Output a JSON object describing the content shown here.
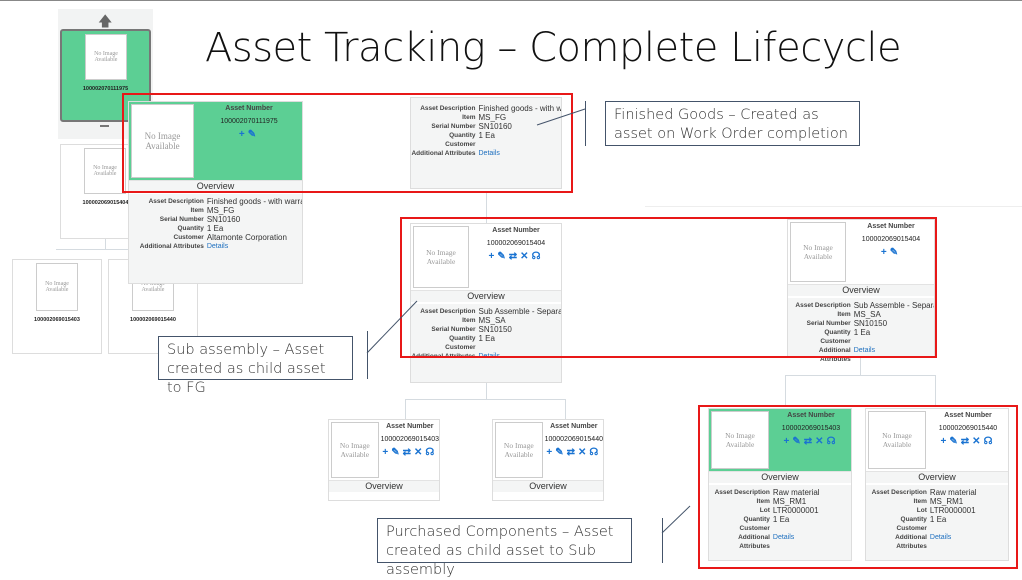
{
  "title": "Asset Tracking – Complete Lifecycle",
  "labels": {
    "asset_number": "Asset Number",
    "overview": "Overview",
    "no_image": "No Image Available"
  },
  "tree": {
    "top_node": "100002070111975",
    "second_node": "100002069015404",
    "children": [
      "100002069015403",
      "100002069015440"
    ]
  },
  "cards": {
    "fg_popup": {
      "number": "100002070111975",
      "icons": [
        "plus",
        "pencil"
      ],
      "fields": [
        [
          "Asset Description",
          "Finished goods - with warra"
        ],
        [
          "Item",
          "MS_FG"
        ],
        [
          "Serial Number",
          "SN10160"
        ],
        [
          "Quantity",
          "1 Ea"
        ],
        [
          "Customer",
          "Altamonte Corporation"
        ],
        [
          "Additional Attributes",
          "Details"
        ]
      ]
    },
    "fg_main": {
      "fields": [
        [
          "Asset Description",
          "Finished goods - with warra"
        ],
        [
          "Item",
          "MS_FG"
        ],
        [
          "Serial Number",
          "SN10160"
        ],
        [
          "Quantity",
          "1 Ea"
        ],
        [
          "Customer",
          ""
        ],
        [
          "Additional Attributes",
          "Details"
        ]
      ]
    },
    "sa_left": {
      "number": "100002069015404",
      "icons": [
        "plus",
        "pencil",
        "swap",
        "close",
        "headset"
      ],
      "fields": [
        [
          "Asset Description",
          "Sub Assemble - Separate w"
        ],
        [
          "Item",
          "MS_SA"
        ],
        [
          "Serial Number",
          "SN10150"
        ],
        [
          "Quantity",
          "1 Ea"
        ],
        [
          "Customer",
          ""
        ],
        [
          "Additional Attributes",
          "Details"
        ]
      ]
    },
    "sa_right": {
      "number": "100002069015404",
      "icons": [
        "plus",
        "pencil"
      ],
      "fields": [
        [
          "Asset Description",
          "Sub Assemble - Separate w"
        ],
        [
          "Item",
          "MS_SA"
        ],
        [
          "Serial Number",
          "SN10150"
        ],
        [
          "Quantity",
          "1 Ea"
        ],
        [
          "Customer",
          ""
        ],
        [
          "Additional Attributes",
          "Details"
        ]
      ]
    },
    "pc_left_1": {
      "number": "100002069015403",
      "icons": [
        "plus",
        "pencil",
        "swap",
        "close",
        "headset"
      ],
      "fields": []
    },
    "pc_left_2": {
      "number": "100002069015440",
      "icons": [
        "plus",
        "pencil",
        "swap",
        "close",
        "headset"
      ],
      "fields": []
    },
    "rm_1": {
      "number": "100002069015403",
      "icons": [
        "plus",
        "pencil",
        "swap",
        "close",
        "headset"
      ],
      "fields": [
        [
          "Asset Description",
          "Raw material"
        ],
        [
          "Item",
          "MS_RM1"
        ],
        [
          "Lot",
          "LTR0000001"
        ],
        [
          "Quantity",
          "1 Ea"
        ],
        [
          "Customer",
          ""
        ],
        [
          "Additional Attributes",
          "Details"
        ]
      ]
    },
    "rm_2": {
      "number": "100002069015440",
      "icons": [
        "plus",
        "pencil",
        "swap",
        "close",
        "headset"
      ],
      "fields": [
        [
          "Asset Description",
          "Raw material"
        ],
        [
          "Item",
          "MS_RM1"
        ],
        [
          "Lot",
          "LTR0000001"
        ],
        [
          "Quantity",
          "1 Ea"
        ],
        [
          "Customer",
          ""
        ],
        [
          "Additional Attributes",
          "Details"
        ]
      ]
    }
  },
  "callouts": {
    "finished_goods": "Finished Goods – Created as asset on Work Order completion",
    "sub_assembly": "Sub assembly – Asset created as child asset to FG",
    "purchased": "Purchased Components – Asset created as child asset to Sub assembly"
  },
  "colors": {
    "highlight": "#e81818",
    "selected": "#5ccf94",
    "link": "#1d6fbf"
  }
}
